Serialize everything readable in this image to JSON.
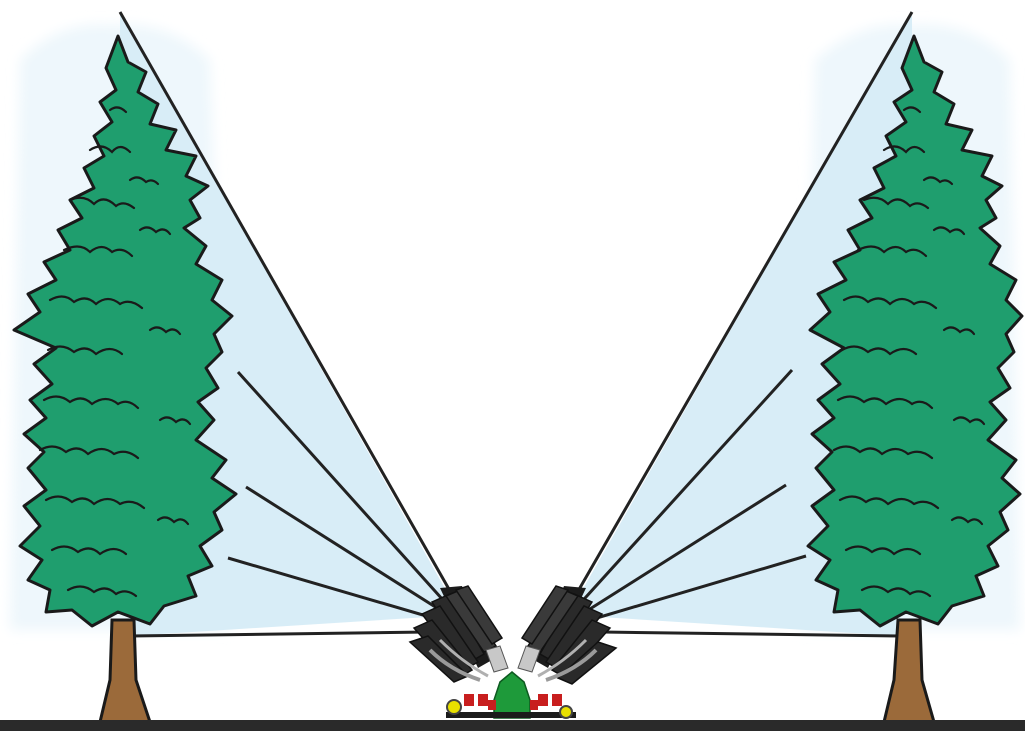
{
  "diagram": {
    "colors": {
      "background": "#ffffff",
      "spray_fill": "#d6ecf7",
      "spray_line": "#222222",
      "foliage": "#1f9e6e",
      "foliage_outline": "#1a1a1a",
      "trunk": "#9b6a3a",
      "ground": "#2a2a2a",
      "sprayer_body": "#1e9a3a",
      "nozzle": "#1b1b1b",
      "nozzle_tip": "#c8c8c8",
      "valve": "#c81e1e",
      "wheel": "#e8e000"
    },
    "elements": {
      "left_tree": "conifer-tree",
      "right_tree": "conifer-tree",
      "sprayer": "airblast-sprayer",
      "left_spray_fan": "spray-fan",
      "right_spray_fan": "spray-fan",
      "ground": "ground-line"
    },
    "nozzles_per_side": 6,
    "spray_lines_per_side": 5
  }
}
